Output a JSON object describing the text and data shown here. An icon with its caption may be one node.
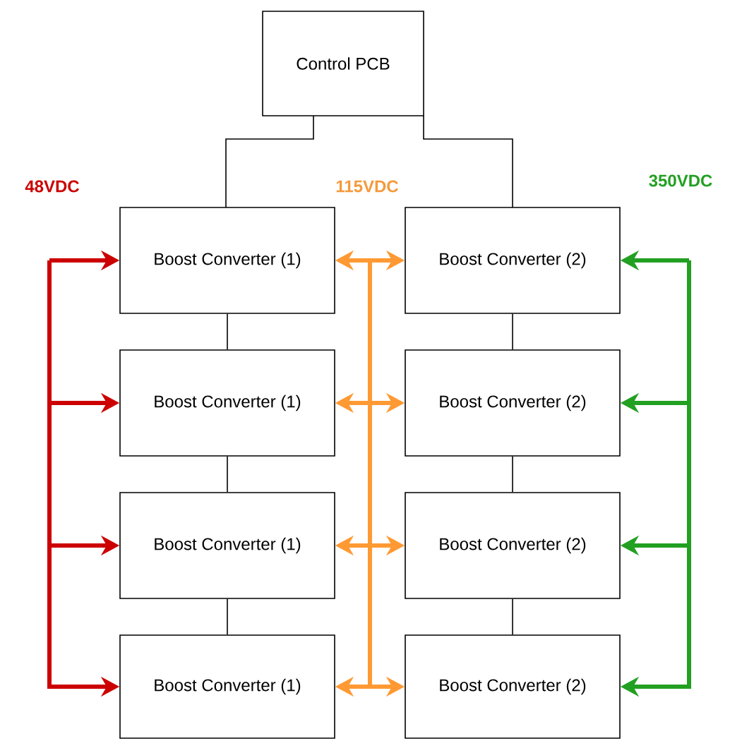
{
  "diagram": {
    "nodes": [
      {
        "text": [
          "Control PCB"
        ]
      },
      {
        "text": [
          "Boost Converter (1)"
        ]
      },
      {
        "text": [
          "Boost Converter (1)"
        ]
      },
      {
        "text": [
          "Boost Converter (1)"
        ]
      },
      {
        "text": [
          "Boost Converter (1)"
        ]
      },
      {
        "text": [
          "Boost Converter (2)"
        ]
      },
      {
        "text": [
          "Boost Converter (2)"
        ]
      },
      {
        "text": [
          "Boost Converter (2)"
        ]
      },
      {
        "text": [
          "Boost Converter (2)"
        ]
      }
    ],
    "edges": [
      {
        "from": 0,
        "to": 1,
        "arrow": "none"
      },
      {
        "from": 0,
        "to": 5,
        "arrow": "none"
      },
      {
        "from": 1,
        "to": 2,
        "arrow": "none"
      },
      {
        "from": 2,
        "to": 3,
        "arrow": "none"
      },
      {
        "from": 3,
        "to": 4,
        "arrow": "none"
      },
      {
        "from": 5,
        "to": 6,
        "arrow": "none"
      },
      {
        "from": 6,
        "to": 7,
        "arrow": "none"
      },
      {
        "from": 7,
        "to": 8,
        "arrow": "none"
      },
      {
        "from": null,
        "to": 1,
        "arrow": "to",
        "color": "#cc0000"
      },
      {
        "from": null,
        "to": 2,
        "arrow": "to",
        "color": "#cc0000"
      },
      {
        "from": null,
        "to": 3,
        "arrow": "to",
        "color": "#cc0000"
      },
      {
        "from": null,
        "to": 4,
        "arrow": "to",
        "color": "#cc0000"
      },
      {
        "from": 1,
        "to": 5,
        "arrow": "both",
        "color": "#ff9933"
      },
      {
        "from": 2,
        "to": 6,
        "arrow": "both",
        "color": "#ff9933"
      },
      {
        "from": 3,
        "to": 7,
        "arrow": "both",
        "color": "#ff9933"
      },
      {
        "from": 4,
        "to": 8,
        "arrow": "both",
        "color": "#ff9933"
      },
      {
        "from": null,
        "to": 5,
        "arrow": "to",
        "color": "#22a022"
      },
      {
        "from": null,
        "to": 6,
        "arrow": "to",
        "color": "#22a022"
      },
      {
        "from": null,
        "to": 7,
        "arrow": "to",
        "color": "#22a022"
      },
      {
        "from": null,
        "to": 8,
        "arrow": "to",
        "color": "#22a022"
      }
    ],
    "labels": [
      "48VDC",
      "115VDC",
      "350VDC"
    ]
  }
}
